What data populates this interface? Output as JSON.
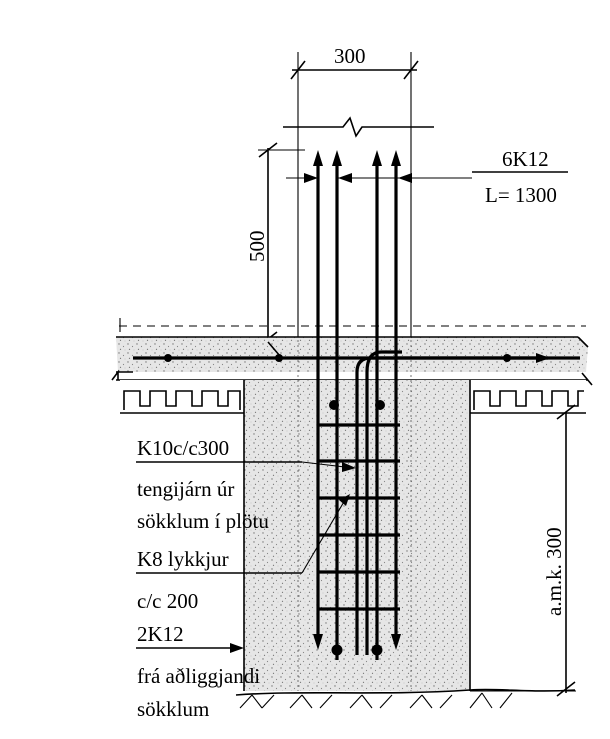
{
  "labels": {
    "width_dim": "300",
    "lap_dim": "500",
    "top_bars": "6K12",
    "top_bars_length": "L= 1300",
    "connector_bars": "K10c/c300",
    "connector_desc_1": "tengijárn úr",
    "connector_desc_2": "sökklum í plötu",
    "stirrups": "K8 lykkjur",
    "stirrups_spacing": "c/c 200",
    "bottom_bars": "2K12",
    "bottom_desc_1": "frá aðliggjandi",
    "bottom_desc_2": "sökklum",
    "depth_dim": "a.m.k. 300"
  },
  "colors": {
    "line": "#000000",
    "concrete_fill": "#e4e4e4",
    "background": "#ffffff"
  }
}
